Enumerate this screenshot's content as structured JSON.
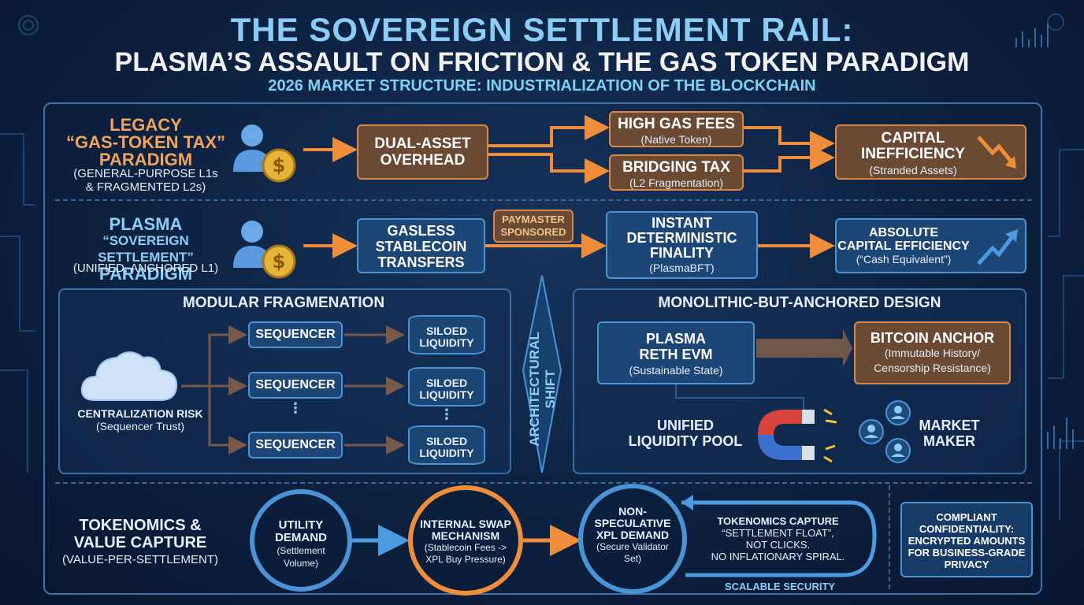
{
  "title": {
    "line1": "THE SOVEREIGN SETTLEMENT RAIL:",
    "line2": "PLASMA’S ASSAULT ON FRICTION & THE GAS TOKEN PARADIGM",
    "line3": "2026 MARKET STRUCTURE: INDUSTRIALIZATION OF THE BLOCKCHAIN"
  },
  "legacy": {
    "heading1": "LEGACY",
    "heading2": "“GAS-TOKEN TAX”",
    "heading3": "PARADIGM",
    "sub1": "(GENERAL-PURPOSE L1s",
    "sub2": "& FRAGMENTED L2s)",
    "dual1": "DUAL-ASSET",
    "dual2": "OVERHEAD",
    "gas_title": "HIGH GAS FEES",
    "gas_sub": "(Native Token)",
    "bridge_title": "BRIDGING TAX",
    "bridge_sub": "(L2 Fragmentation)",
    "cap1": "CAPITAL",
    "cap2": "INEFFICIENCY",
    "cap_sub": "(Stranded Assets)"
  },
  "plasma": {
    "heading1": "PLASMA",
    "heading2": "“SOVEREIGN SETTLEMENT”",
    "heading3": "PARADIGM",
    "sub": "(UNIFIED, ANCHORED L1)",
    "gasless1": "GASLESS",
    "gasless2": "STABLECOIN",
    "gasless3": "TRANSFERS",
    "paymaster1": "PAYMASTER",
    "paymaster2": "SPONSORED",
    "finality1": "INSTANT",
    "finality2": "DETERMINISTIC",
    "finality3": "FINALITY",
    "finality_sub": "(PlasmaBFT)",
    "abs1": "ABSOLUTE",
    "abs2": "CAPITAL EFFICIENCY",
    "abs_sub": "(“Cash Equivalent”)"
  },
  "modular": {
    "title": "MODULAR FRAGMENATION",
    "cloud1": "CENTRALIZATION RISK",
    "cloud2": "(Sequencer Trust)",
    "sequencer": "SEQUENCER",
    "siloed1": "SILOED",
    "siloed2": "LIQUIDITY",
    "dots": "⋮"
  },
  "shift_label": "ARCHITECTURAL SHIFT",
  "monolithic": {
    "title": "MONOLITHIC-BUT-ANCHORED DESIGN",
    "reth1": "PLASMA",
    "reth2": "RETH EVM",
    "reth_sub": "(Sustainable State)",
    "btc_title": "BITCOIN ANCHOR",
    "btc_sub1": "(Immutable History/",
    "btc_sub2": "Censorship Resistance)",
    "pool1": "UNIFIED",
    "pool2": "LIQUIDITY POOL",
    "mm1": "MARKET",
    "mm2": "MAKER"
  },
  "tokenomics": {
    "title1": "TOKENOMICS &",
    "title2": "VALUE CAPTURE",
    "sub": "(VALUE-PER-SETTLEMENT)",
    "util1": "UTILITY",
    "util2": "DEMAND",
    "util_sub1": "(Settlement",
    "util_sub2": "Volume)",
    "swap1": "INTERNAL SWAP",
    "swap2": "MECHANISM",
    "swap_sub1": "(Stablecoin Fees ->",
    "swap_sub2": "XPL Buy Pressure)",
    "xpl1": "NON-",
    "xpl2": "SPECULATIVE",
    "xpl3": "XPL DEMAND",
    "xpl_sub1": "(Secure Validator",
    "xpl_sub2": "Set)",
    "capture1": "TOKENOMICS CAPTURE",
    "capture2": "“SETTLEMENT FLOAT”,",
    "capture3": "NOT CLICKS.",
    "capture4": "NO INFLATIONARY SPIRAL.",
    "scalable": "SCALABLE SECURITY",
    "comp1": "COMPLIANT",
    "comp2": "CONFIDENTIALITY:",
    "comp3": "ENCRYPTED AMOUNTS",
    "comp4": "FOR BUSINESS-GRADE",
    "comp5": "PRIVACY"
  },
  "colors": {
    "orange": "#f0a45c",
    "blue": "#8ecdf5",
    "arrow_orange": "#ef8d3a",
    "arrow_blue": "#4a9be0"
  },
  "icons": [
    "user-icon",
    "coin-icon",
    "down-trend-icon",
    "up-trend-icon",
    "cloud-icon",
    "database-icon",
    "magnet-icon",
    "people-icon"
  ]
}
